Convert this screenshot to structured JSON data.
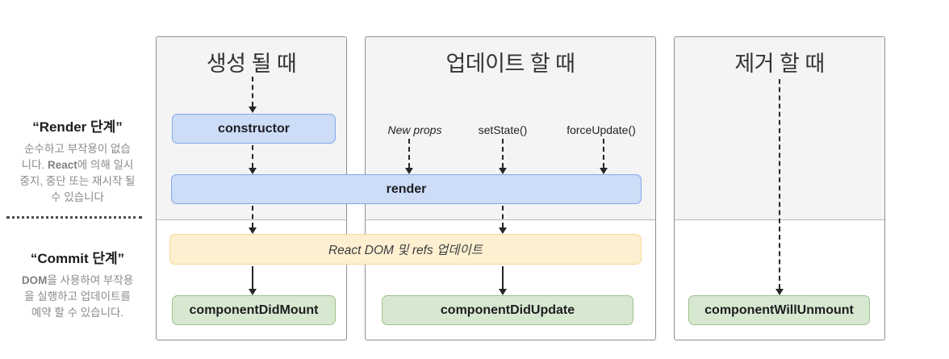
{
  "left_panel": {
    "render_phase": {
      "title": "“Render 단계”",
      "lines": [
        "순수하고 부작용이 없습",
        "니다. React에 의해 일시",
        "중지, 중단 또는 재시작 될",
        "수 있습니다"
      ],
      "bold": [
        "React"
      ]
    },
    "commit_phase": {
      "title": "“Commit 단계”",
      "lines": [
        "DOM을 사용하여 부작용",
        "을 실행하고 업데이트를",
        "예약 할 수 있습니다."
      ],
      "bold": [
        "DOM"
      ]
    }
  },
  "columns": [
    {
      "title": "생성 될 때"
    },
    {
      "title": "업데이트 할 때"
    },
    {
      "title": "제거 할 때"
    }
  ],
  "triggers": [
    {
      "label": "New props"
    },
    {
      "label": "setState()"
    },
    {
      "label": "forceUpdate()"
    }
  ],
  "nodes": {
    "constructor": "constructor",
    "render": "render",
    "react_dom_update": "React DOM 및 refs 업데이트",
    "component_did_mount": "componentDidMount",
    "component_did_update": "componentDidUpdate",
    "component_will_unmount": "componentWillUnmount"
  },
  "colors": {
    "render_method_fill": "#cddcf7",
    "render_method_border": "#83a7e9",
    "commit_method_fill": "#d7e8d1",
    "commit_method_border": "#9cc08b",
    "dom_update_fill": "#fdf0d1",
    "dom_update_border": "#f6d894",
    "render_phase_background": "#f4f4f5",
    "column_border": "#8f8f92",
    "arrow": "#252527"
  }
}
